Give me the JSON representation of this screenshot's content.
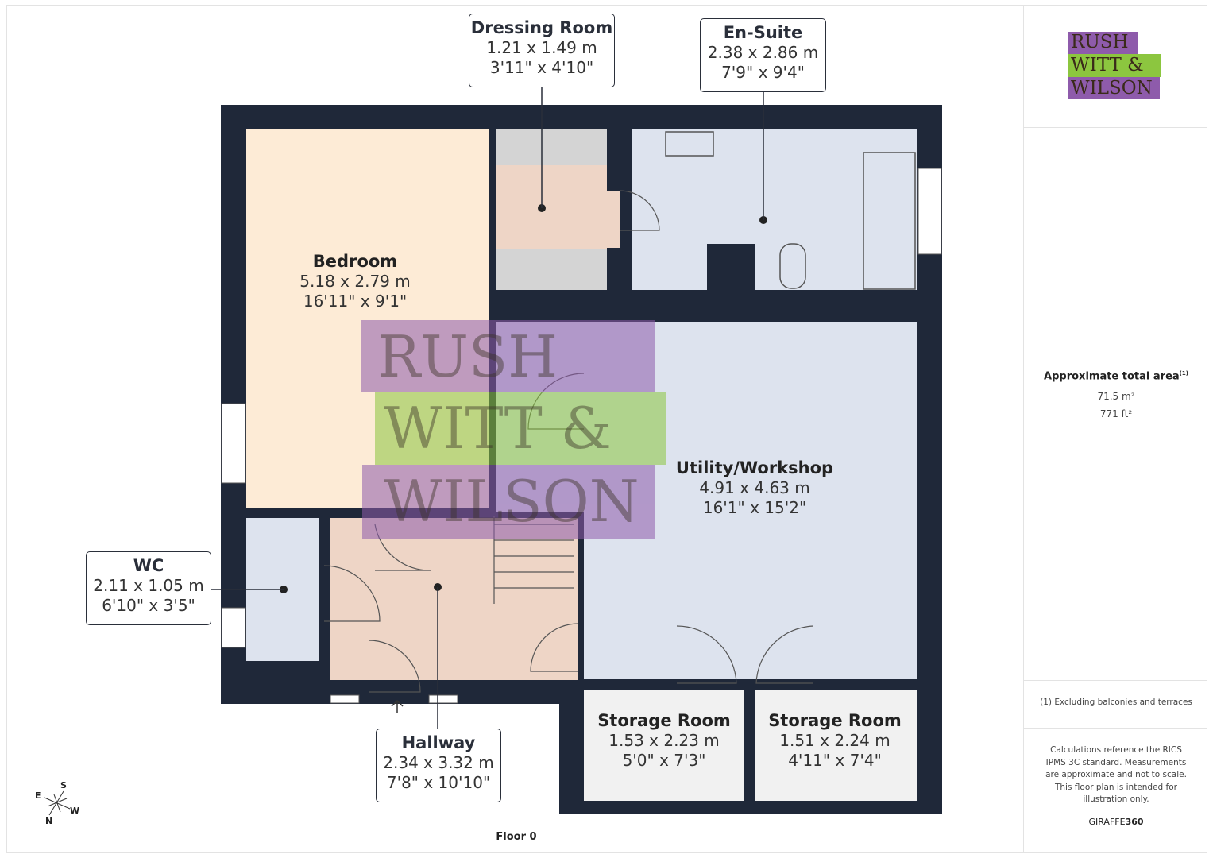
{
  "rooms": [
    {
      "name": "Bedroom",
      "metric": "5.18 x 2.79 m",
      "imperial": "16'11\" x 9'1\""
    },
    {
      "name": "Dressing Room",
      "metric": "1.21 x 1.49 m",
      "imperial": "3'11\" x 4'10\""
    },
    {
      "name": "En-Suite",
      "metric": "2.38 x 2.86 m",
      "imperial": "7'9\" x 9'4\""
    },
    {
      "name": "Utility/Workshop",
      "metric": "4.91 x 4.63 m",
      "imperial": "16'1\" x 15'2\""
    },
    {
      "name": "WC",
      "metric": "2.11 x 1.05 m",
      "imperial": "6'10\" x 3'5\""
    },
    {
      "name": "Hallway",
      "metric": "2.34 x 3.32 m",
      "imperial": "7'8\" x 10'10\""
    },
    {
      "name": "Storage Room",
      "metric": "1.53 x 2.23 m",
      "imperial": "5'0\" x 7'3\""
    },
    {
      "name": "Storage Room",
      "metric": "1.51 x 2.24 m",
      "imperial": "4'11\" x 7'4\""
    }
  ],
  "floor_label": "Floor 0",
  "compass": {
    "e": "E",
    "s": "S",
    "w": "W",
    "n": "N"
  },
  "logo": {
    "line1": "RUSH",
    "line2": "WITT &",
    "line3": "WILSON"
  },
  "colors": {
    "wall": "#1f2839",
    "bedroom": "#fdebd6",
    "hall": "#eed5c6",
    "wet": "#dde3ee",
    "storage": "#f1f1f1",
    "closet": "#d4d4d4",
    "logo_purple": "#8e5bab",
    "logo_green": "#8cc63f"
  },
  "sidebar": {
    "area_title": "Approximate total area",
    "area_note_mark": "(1)",
    "area_m2": "71.5 m²",
    "area_ft2": "771 ft²",
    "footnote": "(1) Excluding balconies and terraces",
    "disclaimer": "Calculations reference the RICS IPMS 3C standard. Measurements are approximate and not to scale. This floor plan is intended for illustration only.",
    "brand_a": "GIRAFFE",
    "brand_b": "360"
  }
}
